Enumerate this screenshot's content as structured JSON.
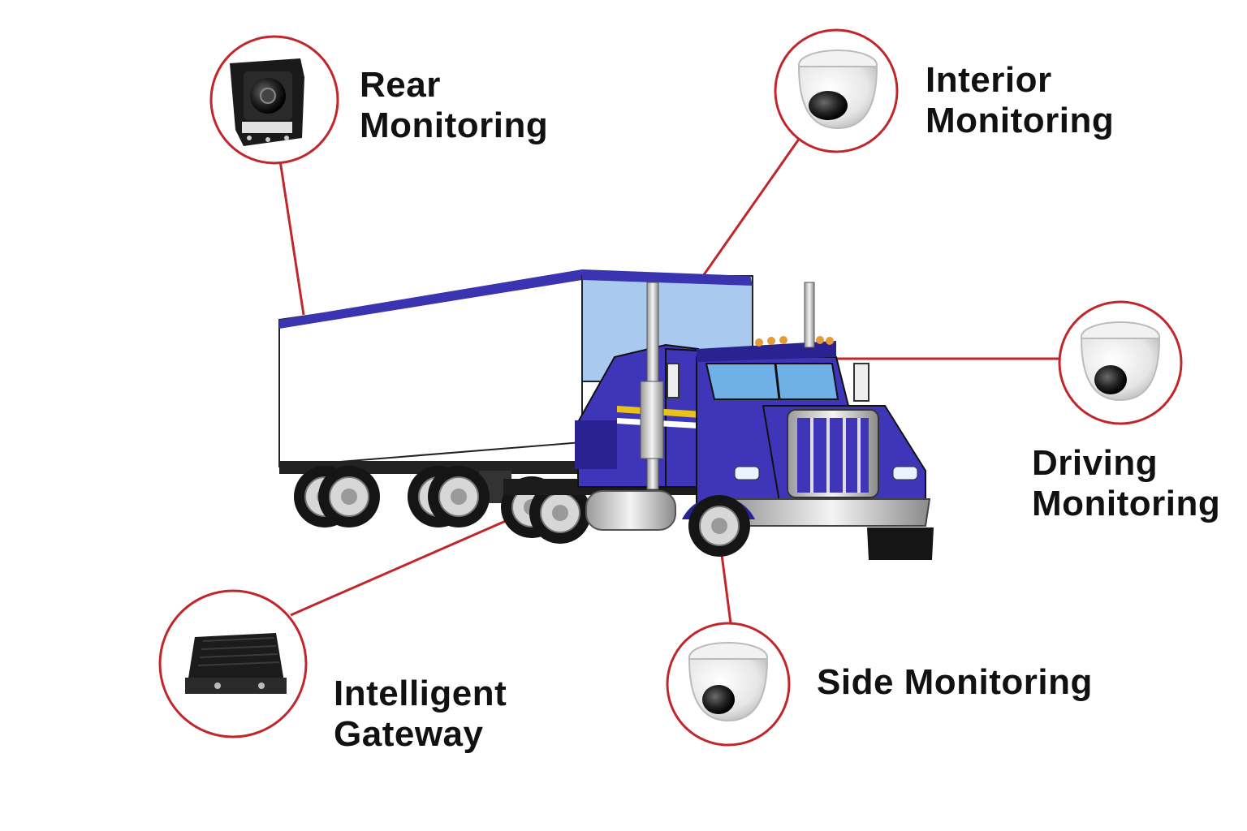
{
  "colors": {
    "callout_line": "#c0262b",
    "truck_body": "#3f35b8",
    "truck_body_dark": "#2a2290",
    "trailer_side": "#ffffff",
    "trailer_front": "#a9c9ee",
    "trailer_trim": "#3a34b0",
    "chrome": "#d9d9d9",
    "tire": "#151515",
    "stripe": "#e8c21a"
  },
  "callouts": [
    {
      "id": "rear",
      "lines": [
        "Rear",
        "Monitoring"
      ],
      "icon": "box-camera-icon"
    },
    {
      "id": "interior",
      "lines": [
        "Interior",
        "Monitoring"
      ],
      "icon": "dome-camera-icon"
    },
    {
      "id": "driving",
      "lines": [
        "Driving",
        "Monitoring"
      ],
      "icon": "dome-camera-icon"
    },
    {
      "id": "side",
      "lines": [
        "Side Monitoring"
      ],
      "icon": "dome-camera-icon"
    },
    {
      "id": "gateway",
      "lines": [
        "Intelligent",
        "Gateway"
      ],
      "icon": "mdvr-gateway-icon"
    }
  ]
}
